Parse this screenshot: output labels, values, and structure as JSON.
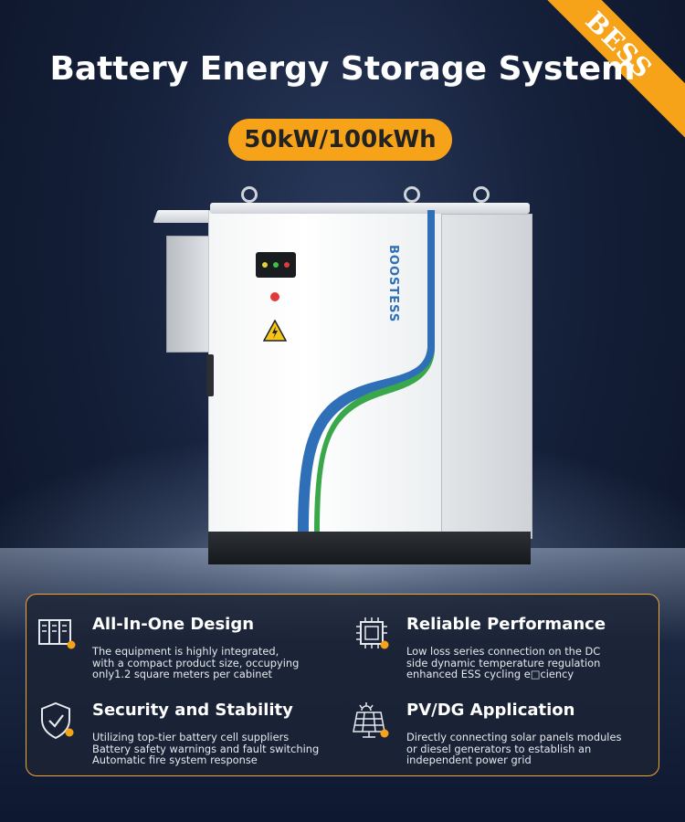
{
  "banner": {
    "label": "BESS"
  },
  "title": "Battery Energy Storage System",
  "capacity": "50kW/100kWh",
  "cabinet": {
    "brand": "BOOSTESS"
  },
  "colors": {
    "accent": "#f6a31a",
    "card_border": "#f0a736",
    "brand_blue": "#2e6fb8",
    "brand_green": "#3aa84a"
  },
  "features": [
    {
      "icon": "battery-modules-icon",
      "title": "All-In-One Design",
      "text": "The equipment is highly integrated,\nwith a compact product size, occupying\nonly1.2 square meters per cabinet"
    },
    {
      "icon": "chip-icon",
      "title": "Reliable Performance",
      "text": "Low loss series connection on the DC\nside dynamic temperature regulation\nenhanced ESS cycling e□ciency"
    },
    {
      "icon": "shield-check-icon",
      "title": "Security and Stability",
      "text": "Utilizing top-tier battery cell suppliers\nBattery safety warnings and fault switching\nAutomatic fire system response"
    },
    {
      "icon": "solar-panel-icon",
      "title": "PV/DG Application",
      "text": "Directly connecting solar panels modules\nor diesel generators to establish an\nindependent power grid"
    }
  ]
}
